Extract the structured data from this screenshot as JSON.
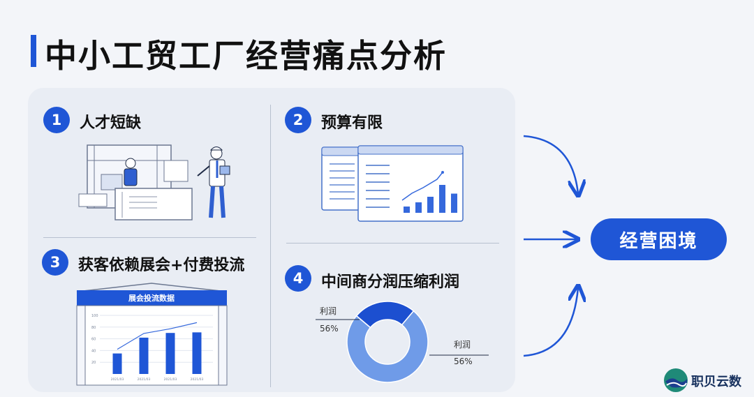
{
  "title": "中小工贸工厂经营痛点分析",
  "sections": [
    {
      "num": "1",
      "label": "人才短缺"
    },
    {
      "num": "2",
      "label": "预算有限"
    },
    {
      "num": "3",
      "label": "获客依赖展会+付费投流"
    },
    {
      "num": "4",
      "label": "中间商分润压缩利润"
    }
  ],
  "result": "经营困境",
  "expo_board": {
    "title": "展会投流数据",
    "y_ticks": [
      "100",
      "80",
      "60",
      "40",
      "20"
    ],
    "x_labels": [
      "2021/03",
      "2021/03",
      "2021/03",
      "2021/03"
    ],
    "bar_values": [
      35,
      62,
      70,
      71
    ]
  },
  "budget_bars": [
    18,
    30,
    46,
    80,
    55
  ],
  "donut": {
    "label_left": "利润",
    "value_left": "56%",
    "label_right": "利润",
    "value_right": "56%",
    "segments": [
      {
        "value": 75,
        "color": "#6f9be8"
      },
      {
        "value": 25,
        "color": "#1c4fd0"
      }
    ]
  },
  "brand": "职贝云数",
  "colors": {
    "accent": "#1f56d6",
    "light": "#6f9be8"
  }
}
